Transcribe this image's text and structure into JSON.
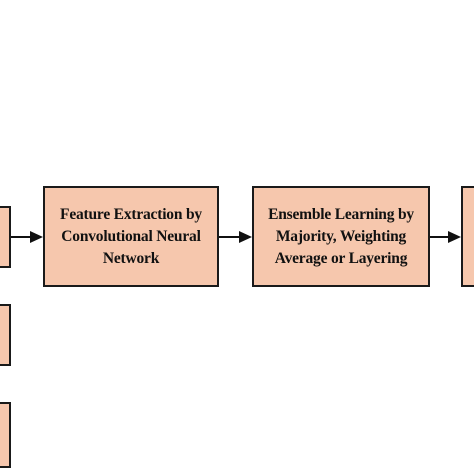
{
  "diagram": {
    "nodes": [
      {
        "id": "input-box",
        "label": ""
      },
      {
        "id": "feature-extraction",
        "label": "Feature Extraction by\nConvolutional Neural\nNetwork"
      },
      {
        "id": "ensemble-learning",
        "label": "Ensemble Learning by\nMajority, Weighting\nAverage or Layering"
      },
      {
        "id": "output-box",
        "label": ""
      },
      {
        "id": "lower-box-1",
        "label": ""
      },
      {
        "id": "lower-box-2",
        "label": ""
      }
    ],
    "edges": [
      {
        "from": "input-box",
        "to": "feature-extraction"
      },
      {
        "from": "feature-extraction",
        "to": "ensemble-learning"
      },
      {
        "from": "ensemble-learning",
        "to": "output-box"
      }
    ],
    "colors": {
      "box_fill": "#f6c7ad",
      "box_border": "#1a1a1a",
      "arrow": "#111111"
    }
  }
}
